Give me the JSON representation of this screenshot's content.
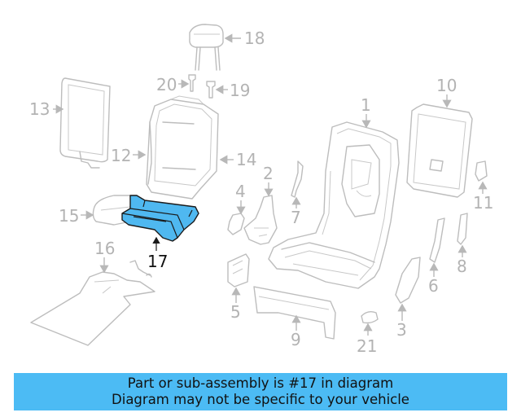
{
  "callouts": {
    "c1": "1",
    "c2": "2",
    "c3": "3",
    "c4": "4",
    "c5": "5",
    "c6": "6",
    "c7": "7",
    "c8": "8",
    "c9": "9",
    "c10": "10",
    "c11": "11",
    "c12": "12",
    "c13": "13",
    "c14": "14",
    "c15": "15",
    "c16": "16",
    "c17": "17",
    "c18": "18",
    "c19": "19",
    "c20": "20",
    "c21": "21"
  },
  "highlighted_part": "17",
  "colors": {
    "highlight": "#4fb8f0",
    "banner": "#4cbbf4",
    "line": "#bdbdbd"
  },
  "banner": {
    "line1": "Part or sub-assembly is #17 in diagram",
    "line2": "Diagram may not be specific to your vehicle"
  }
}
